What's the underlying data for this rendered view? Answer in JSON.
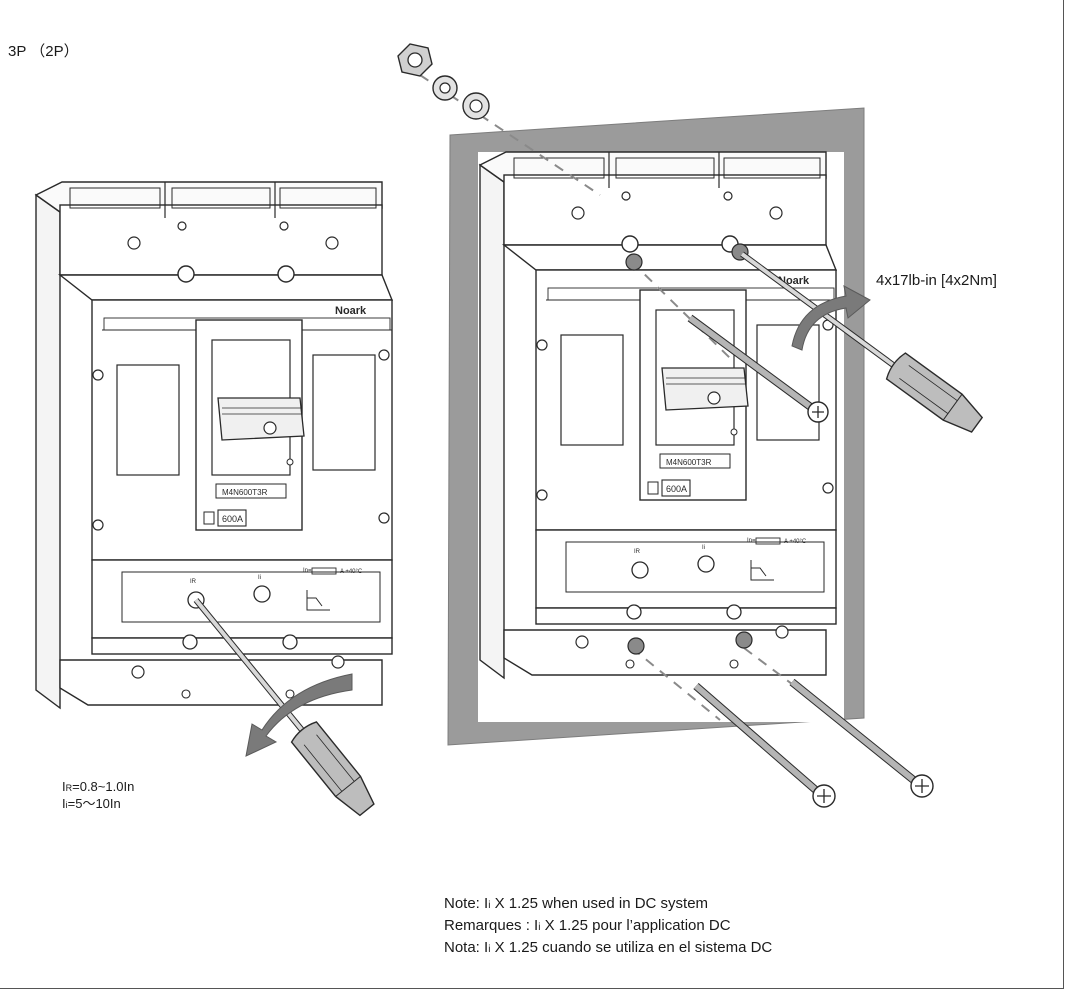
{
  "pole_label": "3P （2P）",
  "torque_label": "4x17lb-in [4x2Nm]",
  "settings": {
    "ir_symbol": "I",
    "ir_sub": "R",
    "ir_range": "=0.8~1.0In",
    "ii_symbol": "I",
    "ii_sub": "i",
    "ii_range": "=5～10In"
  },
  "breaker": {
    "brand": "Noark",
    "model": "M4N600T3R",
    "rating": "600A",
    "ir_dial_label": "IR",
    "ii_dial_label": "Ii",
    "curve_label": "In=",
    "curve_temp": "A  +40°C"
  },
  "notes": [
    {
      "prefix": "Note: ",
      "symbol": "I",
      "sub": "i",
      "suffix": " X 1.25 when used in DC system"
    },
    {
      "prefix": "Remarques : ",
      "symbol": "I",
      "sub": "i",
      "suffix": " X 1.25 pour l’application DC"
    },
    {
      "prefix": "Nota: ",
      "symbol": "I",
      "sub": "i",
      "suffix": " X 1.25 cuando se utiliza en el sistema DC"
    }
  ],
  "colors": {
    "panel": "#9b9b9b",
    "line": "#2a2a2a",
    "arrow": "#7a7a7a",
    "breaker_fill": "#ffffff"
  }
}
